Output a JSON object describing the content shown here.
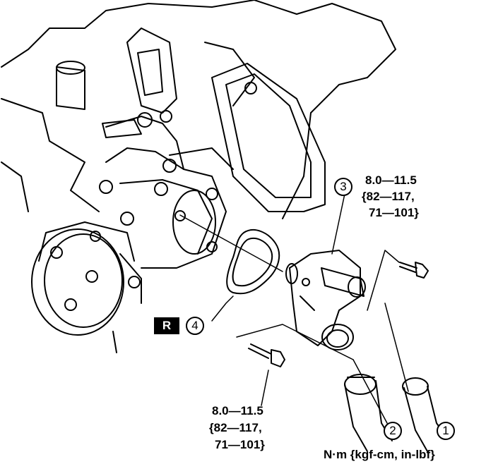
{
  "callouts": {
    "c1": "1",
    "c2": "2",
    "c3": "3",
    "c4": "4"
  },
  "badge": {
    "text": "R"
  },
  "torque_top": {
    "line1": "8.0—11.5",
    "line2": "{82—117,",
    "line3": "71—101}"
  },
  "torque_bottom": {
    "line1": "8.0—11.5",
    "line2": "{82—117,",
    "line3": "71—101}"
  },
  "units_note": "N·m {kgf-cm, in-lbf}",
  "icons": {
    "engine": "engine-block-drawing",
    "pulley": "water-pump-pulley",
    "thermostat": "thermostat-housing",
    "gasket": "gasket",
    "bolt": "bolt",
    "hose": "hose"
  }
}
